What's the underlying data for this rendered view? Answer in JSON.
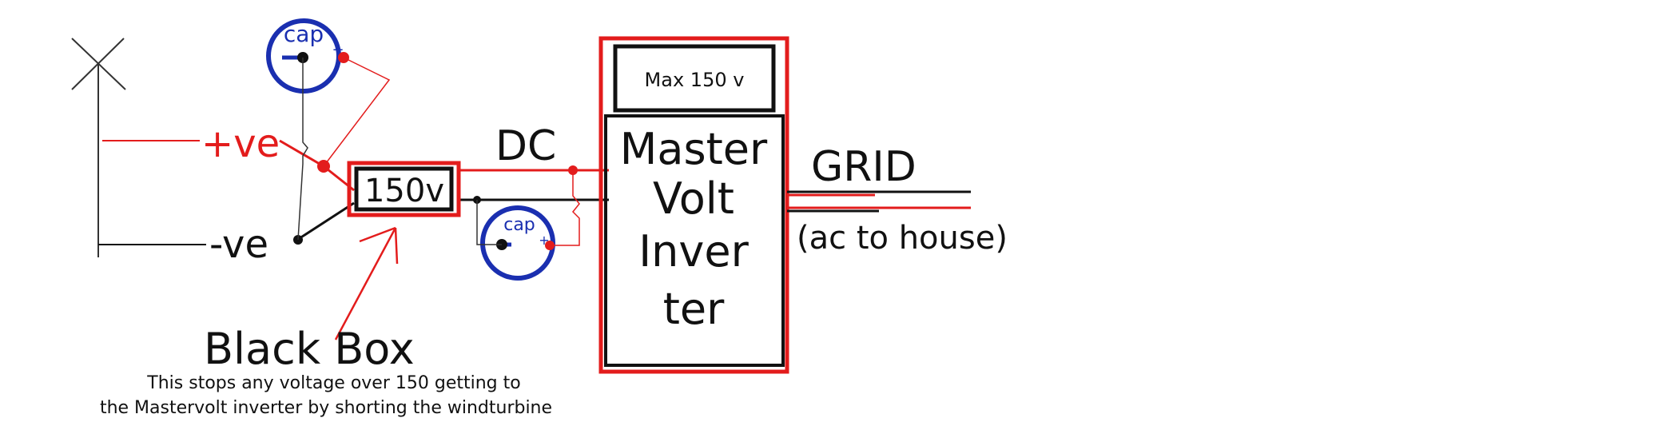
{
  "labels": {
    "cap_top": "cap",
    "cap_bottom": "cap",
    "plus_sign": "+",
    "positive": "+ve",
    "negative": "-ve",
    "dc": "DC",
    "limit_box": "150v",
    "max": "Max 150 v",
    "inverter_line1": "Master",
    "inverter_line2": "Volt",
    "inverter_line3": "Inver",
    "inverter_line4": "ter",
    "grid": "GRID",
    "ac": "(ac to house)",
    "black_box": "Black Box",
    "note_line1": "This stops any voltage over 150 getting to",
    "note_line2": "the Mastervolt inverter by shorting the windturbine"
  },
  "colors": {
    "red": "#e31c1c",
    "blue": "#1a2fb0",
    "black": "#111111",
    "grey": "#555555"
  }
}
